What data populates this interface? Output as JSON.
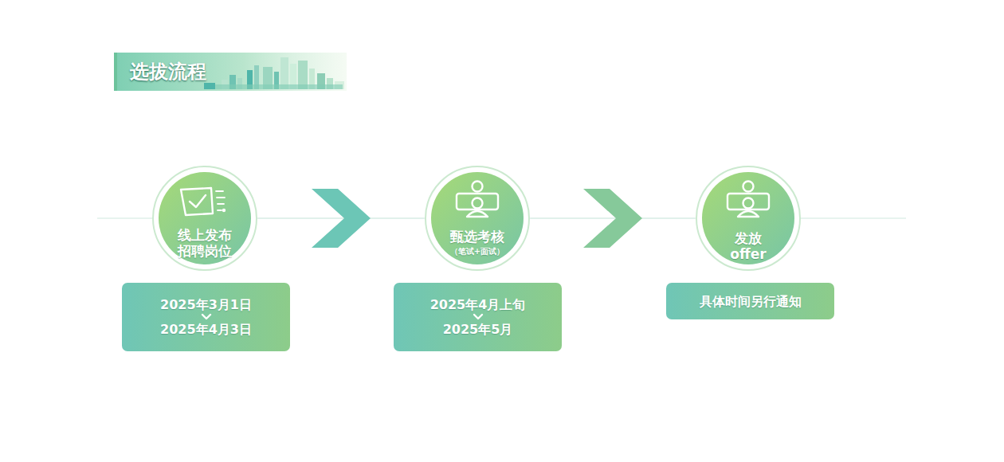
{
  "diagram": {
    "title": "选拔流程",
    "nodes": [
      {
        "text": [
          "线上发布 招聘岗位"
        ]
      },
      {
        "text": [
          "甄选考核",
          "（笔试+面试）"
        ]
      },
      {
        "text": [
          "发放offer"
        ]
      },
      {
        "text": [
          "2025年3月1日",
          "2025年4月3日"
        ]
      },
      {
        "text": [
          "2025年4月上旬",
          "2025年5月"
        ]
      },
      {
        "text": [
          "具体时间另行通知"
        ]
      }
    ],
    "edges": [
      {
        "from": 0,
        "to": 1,
        "arrow": "to"
      },
      {
        "from": 1,
        "to": 2,
        "arrow": "to"
      }
    ]
  }
}
